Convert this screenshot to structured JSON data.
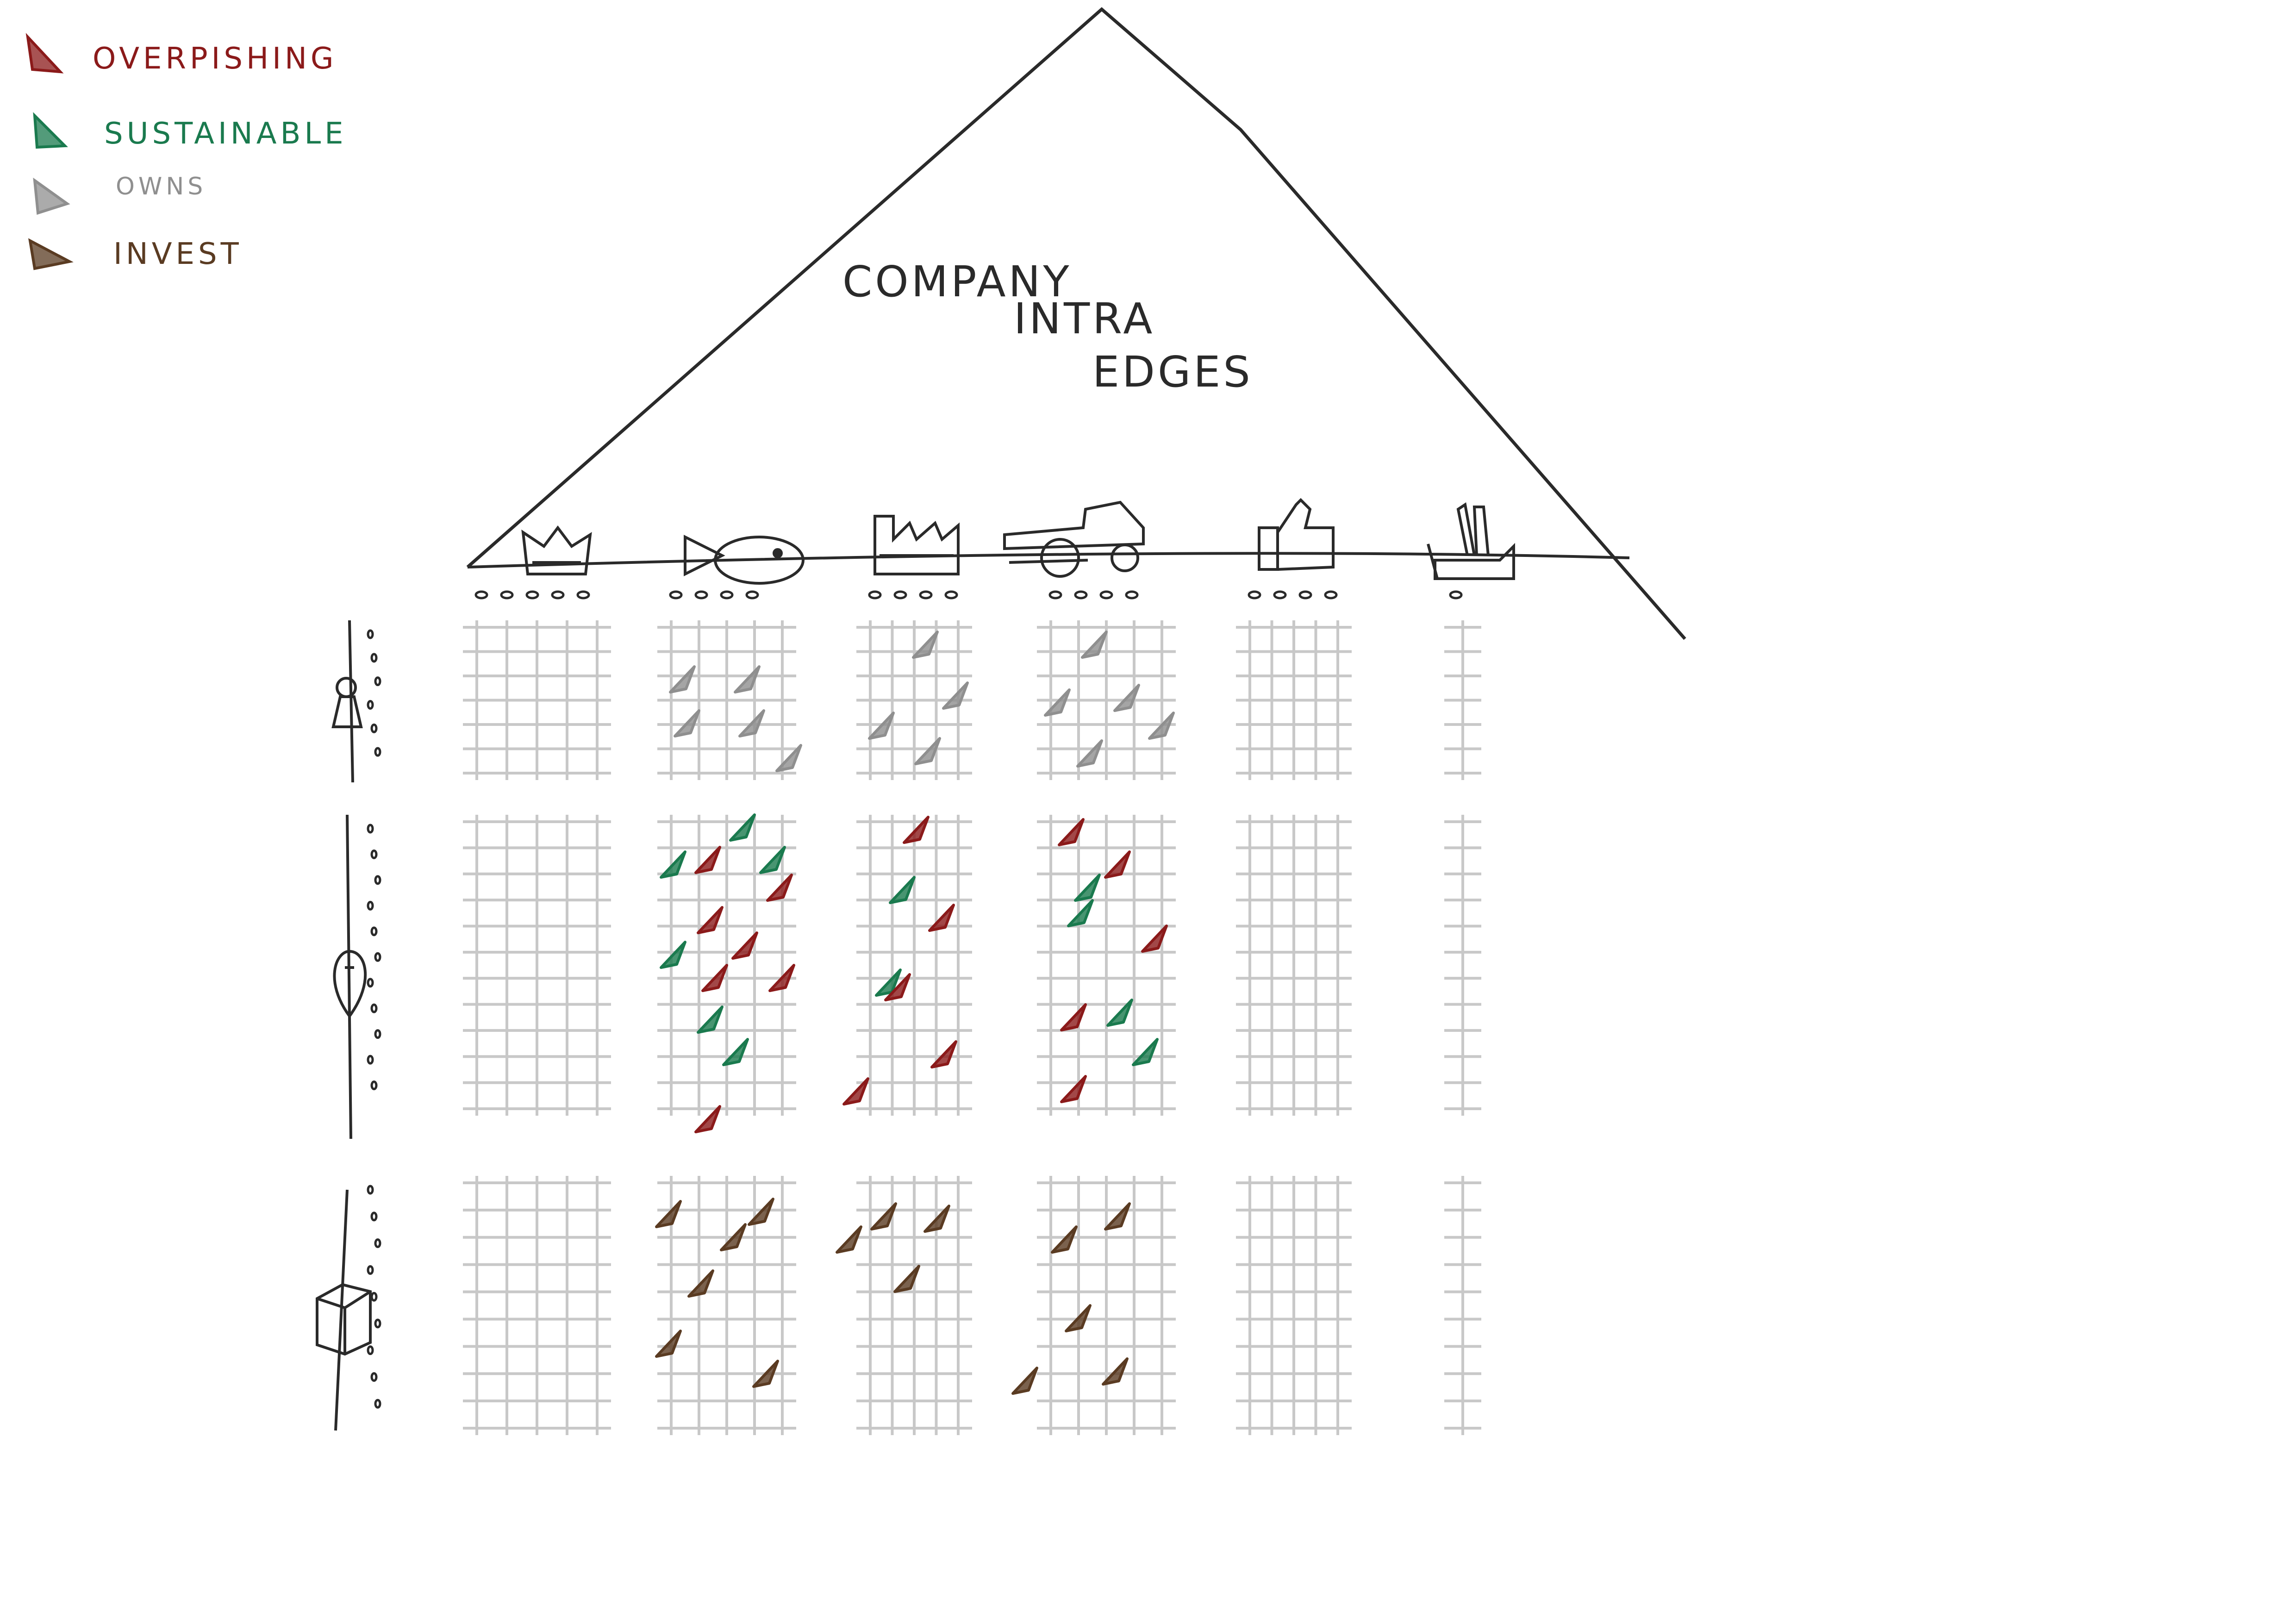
{
  "legend": [
    {
      "key": "overpishing",
      "label": "OVERPISHING",
      "color": "#8b1a1a"
    },
    {
      "key": "sustainable",
      "label": "SUSTAINABLE",
      "color": "#1a7a4e"
    },
    {
      "key": "owns",
      "label": "OWNS",
      "color": "#8f8f8f"
    },
    {
      "key": "invest",
      "label": "INVEST",
      "color": "#5a3b22"
    }
  ],
  "roof": {
    "line1": "COMPANY",
    "line2": "INTRA",
    "line3": "EDGES"
  },
  "columns": [
    {
      "id": "crown",
      "icon": "crown-icon"
    },
    {
      "id": "fish",
      "icon": "fish-icon"
    },
    {
      "id": "factory",
      "icon": "factory-icon"
    },
    {
      "id": "truck",
      "icon": "truck-icon"
    },
    {
      "id": "thumbs",
      "icon": "thumbs-up-icon"
    },
    {
      "id": "hand",
      "icon": "hand-icon"
    }
  ],
  "rows": [
    {
      "id": "person",
      "icon": "person-icon",
      "relation": "owns"
    },
    {
      "id": "location",
      "icon": "location-pin-icon",
      "relation": "overpishing-sustainable"
    },
    {
      "id": "box",
      "icon": "box-icon",
      "relation": "invest"
    }
  ],
  "colors": {
    "ink": "#2a2a2a",
    "grid": "#c8c8c8",
    "overpishing": "#8b1a1a",
    "sustainable": "#1a7a4e",
    "owns": "#8f8f8f",
    "invest": "#5a3b22"
  }
}
